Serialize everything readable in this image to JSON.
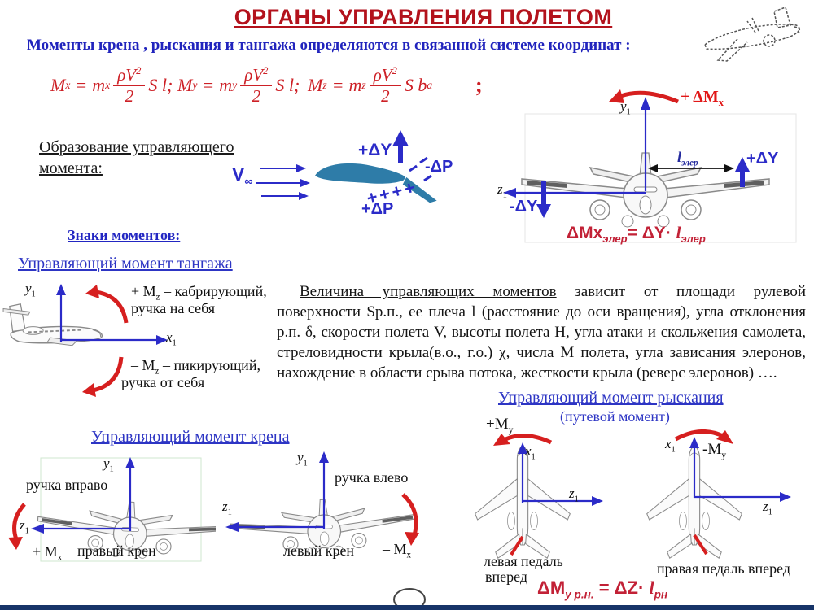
{
  "slide": {
    "title": "ОРГАНЫ УПРАВЛЕНИЯ ПОЛЕТОМ",
    "subtitle": "Моменты крена , рыскания и тангажа определяются в связанной системе координат :"
  },
  "colors": {
    "title_red": "#b3121c",
    "formula_red": "#cd2026",
    "heading_blue": "#2d35c4",
    "axis_blue": "#2b2bc8",
    "arc_red": "#d61f1f",
    "crimson_formula": "#c22136",
    "airfoil_fill": "#2e7ca8",
    "bottom_bar_navy": "#173468"
  },
  "formulas": {
    "mx": {
      "lhs": "M",
      "lhs_sub": "x",
      "eq": "=",
      "coef": "m",
      "coef_sub": "x",
      "num": "ρV",
      "num_sup": "2",
      "den": "2",
      "tail": "S l",
      "punct": ";"
    },
    "my": {
      "lhs": "M",
      "lhs_sub": "y",
      "eq": "=",
      "coef": "m",
      "coef_sub": "y",
      "num": "ρV",
      "num_sup": "2",
      "den": "2",
      "tail": "S l",
      "punct": ";"
    },
    "mz": {
      "lhs": "M",
      "lhs_sub": "z",
      "eq": "=",
      "coef": "m",
      "coef_sub": "z",
      "num": "ρV",
      "num_sup": "2",
      "den": "2",
      "tail": "S b",
      "tail_sub": "a"
    },
    "trailing": ";"
  },
  "formation": {
    "heading": "Образование управляющего момента:"
  },
  "airfoil": {
    "v": "V",
    "v_sub": "∞",
    "lift": "+ΔY",
    "dp_minus": "-ΔP",
    "pluses": "++++",
    "dp_plus": "+ΔP"
  },
  "axes": {
    "x": "x",
    "y": "y",
    "z": "z",
    "sub": "1"
  },
  "aileron": {
    "moment_main": "+ ΔM",
    "moment_sub": "x",
    "lift_up": "+ΔY",
    "lift_down": "-ΔY",
    "lever_main": "l",
    "lever_sub": "элер",
    "formula": {
      "p1": "ΔMx",
      "s1": "элер",
      "p2": "= ",
      "p3": "ΔY",
      "p4": "· ",
      "p5": "l",
      "s5": "элер"
    }
  },
  "signs": {
    "heading": "Знаки моментов:"
  },
  "pitch": {
    "title": "Управляющий момент тангажа",
    "pos": {
      "m": "+ M",
      "sub": "z",
      "rest": " – кабрирующий,",
      "line2": "ручка на себя"
    },
    "neg": {
      "m": "– M",
      "sub": "z",
      "rest": " – пикирующий,",
      "line2": "ручка от себя"
    }
  },
  "paragraph": {
    "lead": "Величина управляющих моментов",
    "rest": " зависит от площади рулевой поверхности Sр.п., ее плеча l (расстояние до оси вращения), угла отклонения р.п. δ, скорости полета V, высоты полета Н, угла атаки и скольжения самолета, стреловидности крыла(в.о., г.о.) χ, числа М полета, угла зависания элеронов, нахождение в области срыва потока, жесткости крыла (реверс элеронов) …."
  },
  "roll": {
    "title": "Управляющий момент крена",
    "left": {
      "stick": "ручка вправо",
      "moment_m": "+ M",
      "moment_sub": "x",
      "bank": "правый крен"
    },
    "right": {
      "stick": "ручка влево",
      "moment_m": "– M",
      "moment_sub": "x",
      "bank": "левый крен"
    }
  },
  "yaw": {
    "title": "Управляющий момент рыскания",
    "subtitle": "(путевой момент)",
    "left": {
      "moment_m": "+M",
      "moment_sub": "y",
      "pedal_line1": "левая педаль",
      "pedal_line2": "вперед"
    },
    "right": {
      "moment_m": "-M",
      "moment_sub": "y",
      "pedal": "правая педаль вперед"
    },
    "formula": {
      "p1": "ΔM",
      "s1": "у р.н.",
      "p2": " = ",
      "p3": "ΔZ",
      "p4": "· ",
      "p5": "l",
      "s5": "рн"
    }
  }
}
